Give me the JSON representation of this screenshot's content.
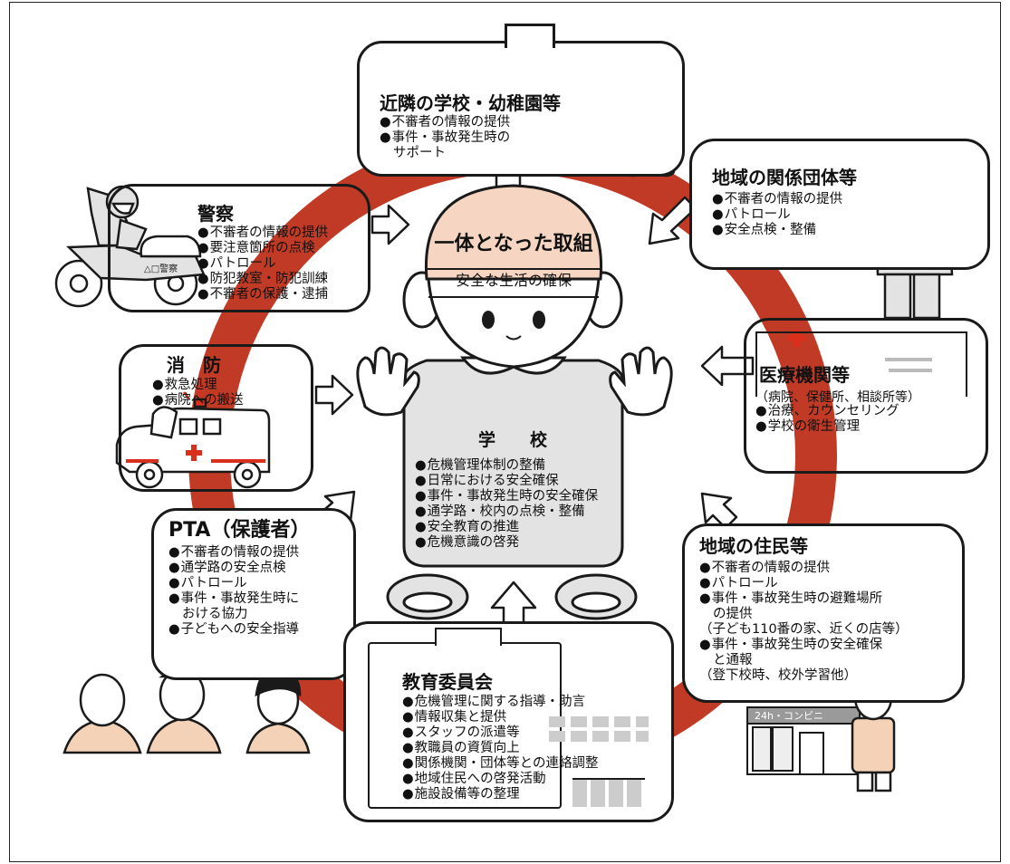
{
  "center": {
    "headline": "一体となった取組",
    "subline": "安全な生活の確保",
    "school_title": "学　　校",
    "items": [
      "危機管理体制の整備",
      "日常における安全確保",
      "事件・事故発生時の安全確保",
      "通学路・校内の点検・整備",
      "安全教育の推進",
      "危機意識の啓発"
    ]
  },
  "neighbor_schools": {
    "title": "近隣の学校・幼稚園等",
    "items": [
      "不審者の情報の提供",
      "事件・事故発生時の"
    ],
    "continuation": "サポート"
  },
  "community_groups": {
    "title": "地域の関係団体等",
    "items": [
      "不審者の情報の提供",
      "パトロール",
      "安全点検・整備"
    ]
  },
  "police": {
    "title": "警察",
    "items": [
      "不審者の情報の提供",
      "要注意箇所の点検",
      "パトロール",
      "防犯教室・防犯訓練",
      "不審者の保護・逮捕"
    ],
    "bike_label": "△□警察"
  },
  "fire": {
    "title": "消　防",
    "items": [
      "救急処理",
      "病院への搬送"
    ]
  },
  "medical": {
    "title": "医療機関等",
    "subtitle": "（病院、保健所、相談所等）",
    "items": [
      "治療、カウンセリング",
      "学校の衛生管理"
    ]
  },
  "pta": {
    "title": "PTA（保護者）",
    "items": [
      "不審者の情報の提供",
      "通学路の安全点検",
      "パトロール",
      "事件・事故発生時に",
      "子どもへの安全指導"
    ],
    "item4_cont": "おける協力"
  },
  "residents": {
    "title": "地域の住民等",
    "item1": "不審者の情報の提供",
    "item2": "パトロール",
    "item3": "事件・事故発生時の避難場所",
    "item3_cont": "の提供",
    "item3_note": "（子ども110番の家、近くの店等）",
    "item4": "事件・事故発生時の安全確保",
    "item4_cont": "と通報",
    "item4_note": "（登下校時、校外学習他）",
    "store_sign": "24h・コンビニ"
  },
  "board": {
    "title": "教育委員会",
    "items": [
      "危機管理に関する指導・助言",
      "情報収集と提供",
      "スタッフの派遣等",
      "教職員の資質向上",
      "関係機関・団体等との連絡調整",
      "地域住民への啓発活動",
      "施設設備等の整理"
    ]
  },
  "colors": {
    "ring": "#c13a25",
    "helmet": "#f6d6c2",
    "body": "#e3e3e3",
    "cross": "#d9301e"
  }
}
